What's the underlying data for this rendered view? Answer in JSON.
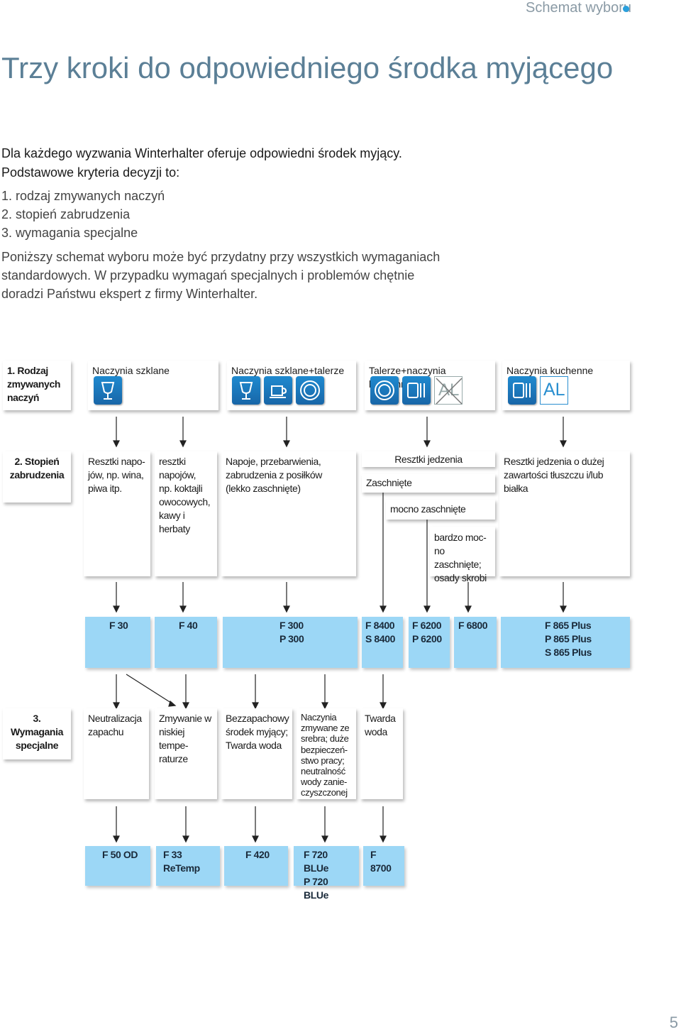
{
  "header": {
    "section": "Schemat wyboru"
  },
  "title": "Trzy kroki do odpowiedniego środka myjącego",
  "intro": {
    "line1": "Dla każdego wyzwania Winterhalter oferuje odpowiedni środek myjący.",
    "line2": "Podstawowe kryteria decyzji to:",
    "criteria": [
      "1. rodzaj zmywanych naczyń",
      "2. stopień zabrudzenia",
      "3. wymagania specjalne"
    ],
    "para": [
      "Poniższy schemat wyboru może być przydatny przy wszystkich wymaganiach",
      "standardowych. W przypadku wymagań specjalnych i problemów chętnie",
      "doradzi Państwu ekspert z firmy Winterhalter."
    ]
  },
  "step1": {
    "label": "1. Rodzaj\nzmywanych\nnaczyń",
    "categories": [
      "Naczynia szklane",
      "Naczynia szklane+talerze",
      "Talerze+naczynia kuchenne",
      "Naczynia kuchenne"
    ],
    "icons": {
      "c1": [
        "glass-icon"
      ],
      "c2": [
        "glass-icon",
        "cup-icon",
        "plate-icon"
      ],
      "c3": [
        "plate-icon",
        "tray-icon",
        "aluminium-crossed-icon"
      ],
      "c4": [
        "tray-icon",
        "aluminium-icon"
      ],
      "al_text": "AL"
    }
  },
  "step2": {
    "label": "2. Stopień\nzabrudzenia",
    "boxes": [
      "Resztki napo-\njów, np. wina,\npiwa itp.",
      "resztki\nnapojów,\nnp. koktajli\nowocowych,\nkawy i\nherbaty",
      "Napoje, przebarwienia,\nzabrudzenia z posiłków\n(lekko zaschnięte)",
      "Resztki jedzenia o dużej\nzawartości tłuszczu i/lub\nbiałka"
    ],
    "food": {
      "title": "Resztki jedzenia",
      "level1": "Zaschnięte",
      "level2": "mocno zaschnięte",
      "level3": "bardzo moc-\nno zaschnięte;\nosady skrobi"
    }
  },
  "products1": [
    "F 30",
    "F 40",
    "F 300\nP 300",
    "F 8400\nS 8400",
    "F 6200\nP 6200",
    "F 6800",
    "F 865 Plus\nP 865 Plus\nS 865 Plus"
  ],
  "step3": {
    "label": "3. Wymagania\nspecjalne",
    "boxes": [
      "Neutralizacja\nzapachu",
      "Zmywanie w\nniskiej tempe-\nraturze",
      "Bezzapachowy\nśrodek myjący;\nTwarda woda",
      "Naczynia\nzmywane ze\nsrebra; duże\nbezpieczeń-\nstwo pracy;\nneutralność\nwody zanie-\nczyszczonej",
      "Twarda\nwoda"
    ]
  },
  "products2": [
    "F 50 OD",
    "F 33 ReTemp",
    "F 420",
    "F 720 BLUe\nP 720 BLUe",
    "F 8700"
  ],
  "page_number": "5",
  "colors": {
    "accent": "#2aa0dd",
    "product_box": "#9cd7f6",
    "title": "#5b7f96",
    "icon": "#1b78bd"
  }
}
